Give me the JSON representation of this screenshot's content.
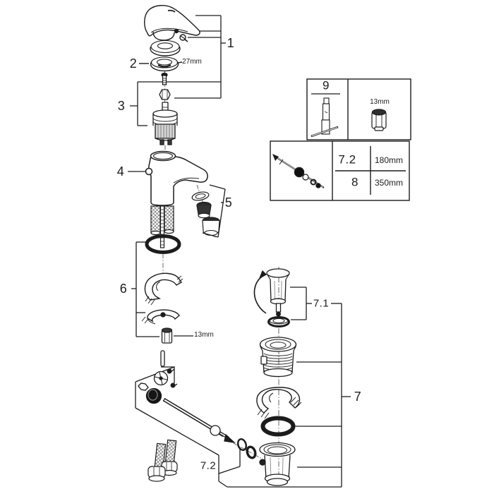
{
  "colors": {
    "line": "#1c1c1c",
    "background": "#ffffff"
  },
  "callouts": {
    "part1": "1",
    "part2": "2",
    "part3": "3",
    "part4": "4",
    "part5": "5",
    "part6": "6",
    "part7": "7",
    "part7_1": "7.1",
    "part7_2": "7.2"
  },
  "dimensions": {
    "cap_ring": "27mm",
    "mounting_nut": "13mm"
  },
  "reference_panel": {
    "tool_number": "9",
    "tool_nut_size": "13mm",
    "rows": [
      {
        "ref": "7.2",
        "length": "180mm"
      },
      {
        "ref": "8",
        "length": "350mm"
      }
    ]
  }
}
